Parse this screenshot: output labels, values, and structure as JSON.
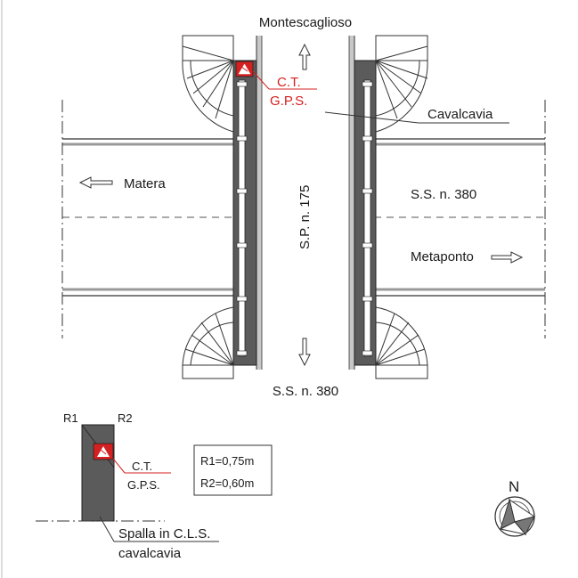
{
  "labels": {
    "top": "Montescaglioso",
    "bottom": "S.S. n. 380",
    "left_dest": "Matera",
    "right_road": "S.S. n. 380",
    "right_dest": "Metaponto",
    "bridge": "Cavalcavia",
    "vertical_road": "S.P. n. 175",
    "ct": "C.T.",
    "gps": "G.P.S."
  },
  "detail": {
    "r1_label": "R1",
    "r2_label": "R2",
    "ct": "C.T.",
    "gps": "G.P.S.",
    "r1_value": "R1=0,75m",
    "r2_value": "R2=0,60m",
    "caption_line1": "Spalla in C.L.S.",
    "caption_line2": "cavalcavia"
  },
  "north": {
    "label": "N"
  },
  "colors": {
    "line": "#1a1a1a",
    "abutment": "#5b5b5b",
    "marker": "#d42020",
    "road_edge": "#bdbdbd"
  }
}
